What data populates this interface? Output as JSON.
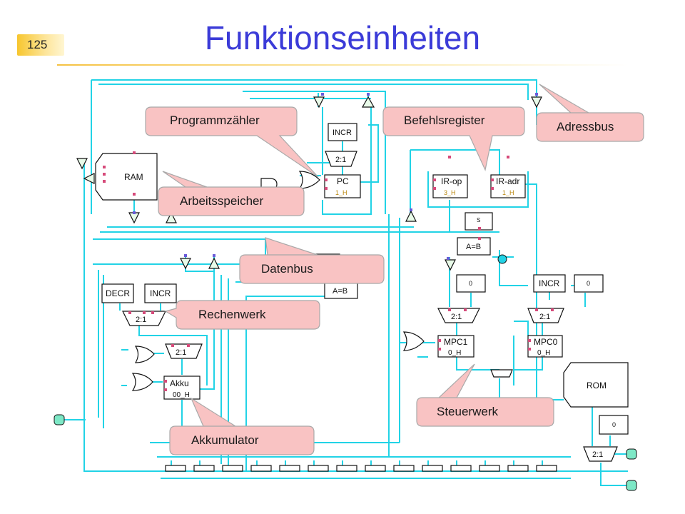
{
  "header": {
    "page_number": "125",
    "title": "Funktionseinheiten"
  },
  "callouts": {
    "programmzaehler": "Programmzähler",
    "befehlsregister": "Befehlsregister",
    "adressbus": "Adressbus",
    "arbeitsspeicher": "Arbeitsspeicher",
    "datenbus": "Datenbus",
    "rechenwerk": "Rechenwerk",
    "steuerwerk": "Steuerwerk",
    "akkumulator": "Akkumulator"
  },
  "components": {
    "ram": "RAM",
    "incr_pc": "INCR",
    "mux_pc": "2:1",
    "pc": "PC",
    "pc_value": "1_H",
    "ir_op": "IR-op",
    "ir_op_value": "3_H",
    "ir_adr": "IR-adr",
    "ir_adr_value": "1_H",
    "const_s": "S",
    "cmp_ctrl": "A=B",
    "cmp_data": "A=B",
    "decr": "DECR",
    "incr_alu": "INCR",
    "mux_alu1": "2:1",
    "mux_alu2": "2:1",
    "akku": "Akku",
    "akku_value": "00_H",
    "const_mpc1": "0",
    "mux_mpc1": "2:1",
    "mpc1": "MPC1",
    "mpc1_value": "0_H",
    "incr_mpc": "INCR",
    "const_mpc0": "0",
    "mux_mpc0": "2:1",
    "mpc0": "MPC0",
    "mpc0_value": "0_H",
    "rom": "ROM",
    "const_out": "0",
    "mux_out": "2:1"
  },
  "colors": {
    "wire": "#22d3e6",
    "callout_fill": "#f9c3c3",
    "callout_stroke": "#a9a9a9",
    "title": "#3b3bd8",
    "accent_badge": "#f7c62e"
  }
}
